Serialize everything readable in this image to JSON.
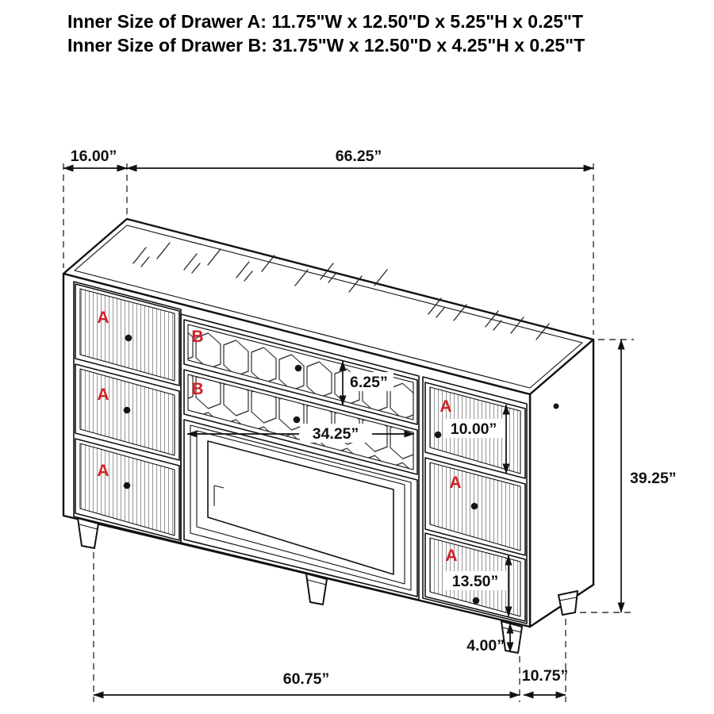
{
  "header": {
    "line1": "Inner Size of Drawer A: 11.75\"W x 12.50\"D x 5.25\"H x 0.25\"T",
    "line2": "Inner Size of Drawer B: 31.75\"W x 12.50\"D x 4.25\"H x 0.25\"T"
  },
  "labels": {
    "drawer_a": "A",
    "drawer_b": "B"
  },
  "dimensions": {
    "top_depth": "16.00”",
    "top_width": "66.25”",
    "drawer_b_height": "6.25”",
    "drawer_b_width": "34.25”",
    "right_top_drawer_height": "10.00”",
    "overall_height": "39.25”",
    "right_bottom_drawer_height": "13.50”",
    "foot_height": "4.00”",
    "bottom_width": "60.75”",
    "bottom_depth": "10.75”"
  },
  "colors": {
    "label_red": "#cf2128",
    "line": "#111111"
  }
}
